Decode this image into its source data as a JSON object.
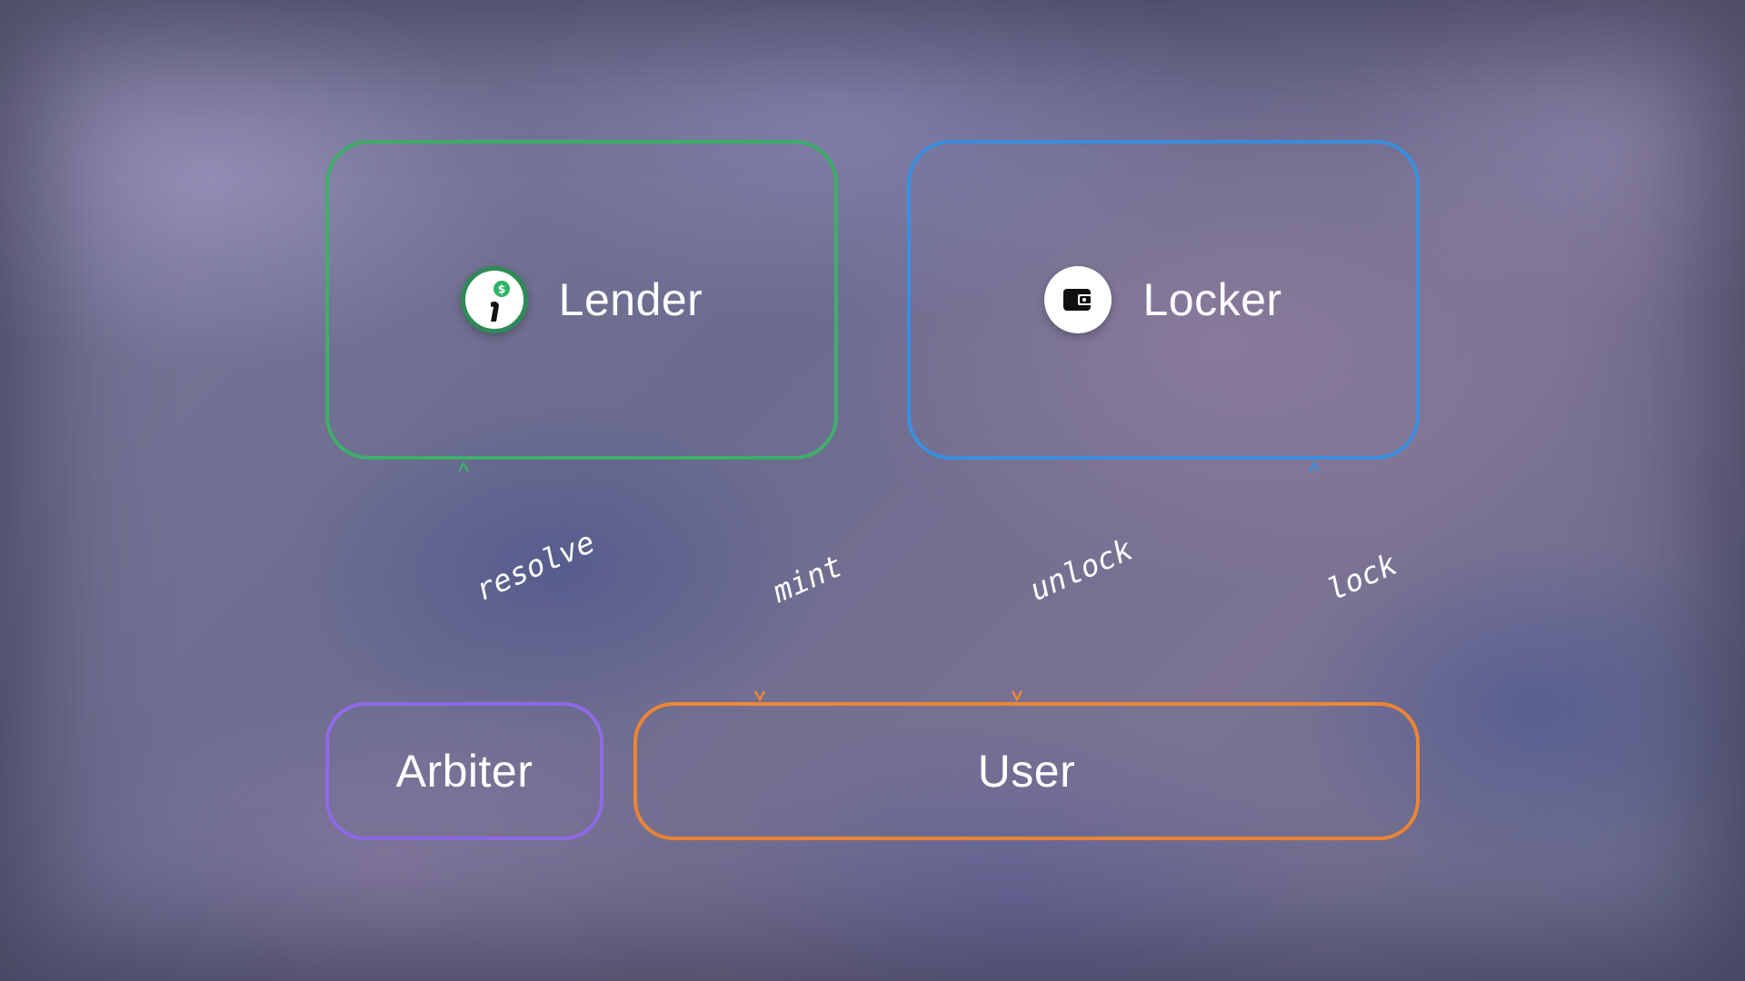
{
  "nodes": {
    "lender": {
      "label": "Lender",
      "color": "#3fae6a",
      "icon": "lender-coin-icon"
    },
    "locker": {
      "label": "Locker",
      "color": "#3b8fe0",
      "icon": "wallet-icon"
    },
    "arbiter": {
      "label": "Arbiter",
      "color": "#8f6ae6"
    },
    "user": {
      "label": "User",
      "color": "#ec8634"
    }
  },
  "edges": {
    "resolve": {
      "label": "resolve",
      "from": "Arbiter",
      "to": "Lender"
    },
    "mint": {
      "label": "mint",
      "from": "Lender",
      "to": "User"
    },
    "unlock": {
      "label": "unlock",
      "from": "Locker",
      "to": "User"
    },
    "lock": {
      "label": "lock",
      "from": "User",
      "to": "Locker"
    }
  }
}
